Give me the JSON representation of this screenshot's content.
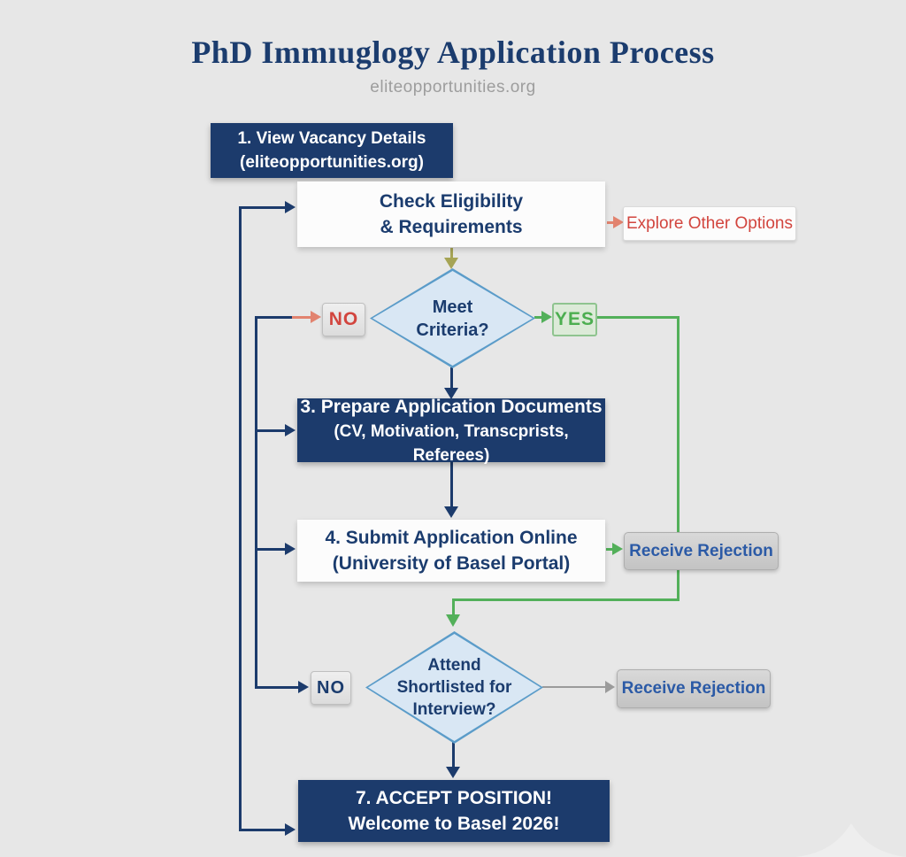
{
  "title": "PhD Immıuglogy Application Process",
  "subtitle": "eliteopportunities.org",
  "colors": {
    "bg": "#e7e7e7",
    "navy": "#1c3b6c",
    "navy-text": "#1b3c6e",
    "diamond-fill": "#d9e7f4",
    "diamond-border": "#5b9cc9",
    "green": "#53b05a",
    "green-text": "#4cae50",
    "red-text": "#d2453e",
    "salmon": "#e2836f",
    "olive": "#a6a455",
    "gray-line": "#9b9b9b",
    "rej-text": "#2b5aa6"
  },
  "nodes": {
    "step1": {
      "line1": "1. View Vacancy Details",
      "line2": "(eliteopportunities.org)"
    },
    "check": {
      "line1": "Check Eligibility",
      "line2": "& Requirements"
    },
    "explore": {
      "label": "Explore Other Options"
    },
    "decision1": {
      "line1": "Meet",
      "line2": "Criteria?"
    },
    "no1": {
      "label": "NO"
    },
    "yes1": {
      "label": "YES"
    },
    "step3": {
      "line1": "3. Prepare Application Documents",
      "line2": "(CV, Motivation, Transcprists, Referees)"
    },
    "step4": {
      "line1": "4. Submit Application Online",
      "line2": "(University of Basel Portal)"
    },
    "reject1": {
      "label": "Receive Rejection"
    },
    "decision2": {
      "line1": "Attend",
      "line2": "Shortlisted for",
      "line3": "Interview?"
    },
    "no2": {
      "label": "NO"
    },
    "reject2": {
      "label": "Receive Rejection"
    },
    "step7": {
      "line1": "7. ACCEPT POSITION!",
      "line2": "Welcome to Basel 2026!"
    }
  }
}
